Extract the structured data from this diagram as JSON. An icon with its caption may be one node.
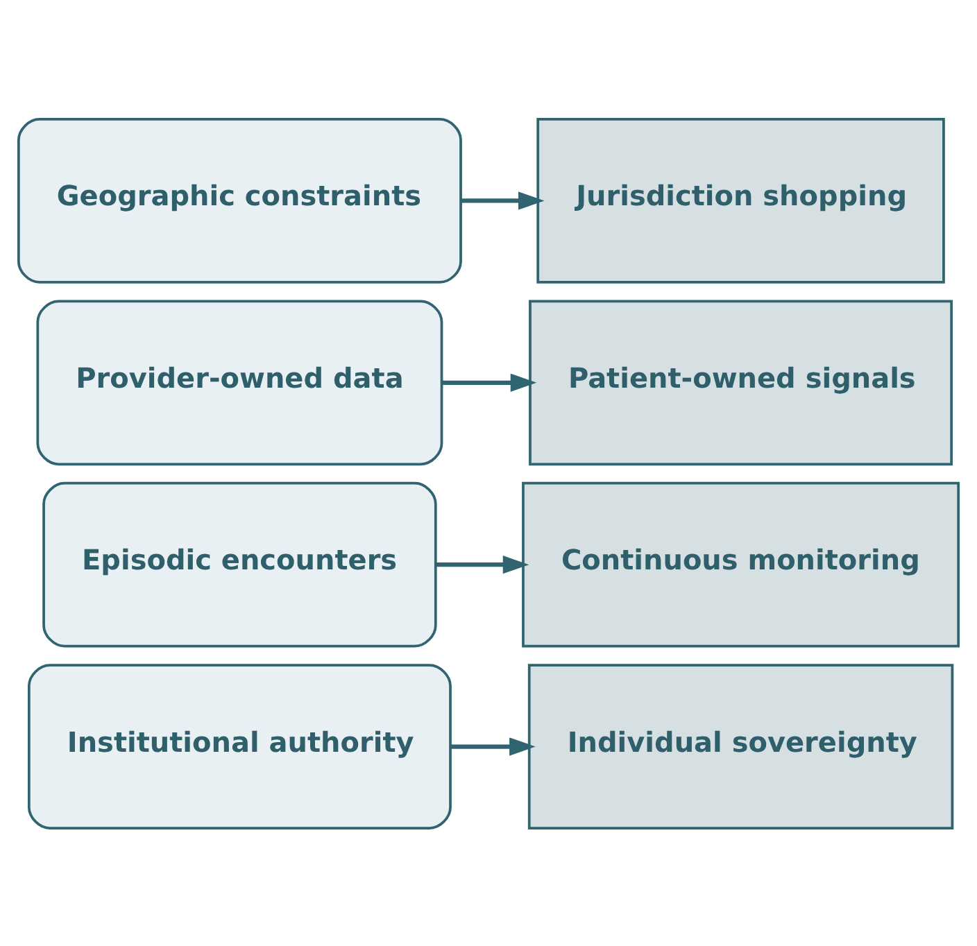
{
  "diagram": {
    "nodes": [
      {
        "text": [
          "Institutional authority"
        ]
      },
      {
        "text": [
          "Individual sovereignty"
        ]
      },
      {
        "text": [
          "Episodic encounters"
        ]
      },
      {
        "text": [
          "Continuous monitoring"
        ]
      },
      {
        "text": [
          "Provider-owned data"
        ]
      },
      {
        "text": [
          "Patient-owned signals"
        ]
      },
      {
        "text": [
          "Geographic constraints"
        ]
      },
      {
        "text": [
          "Jurisdiction shopping"
        ]
      }
    ],
    "edges": [
      {
        "from": 0,
        "to": 1,
        "arrow": "to"
      },
      {
        "from": 2,
        "to": 3,
        "arrow": "to"
      },
      {
        "from": 4,
        "to": 5,
        "arrow": "to"
      },
      {
        "from": 6,
        "to": 7,
        "arrow": "to"
      }
    ]
  }
}
